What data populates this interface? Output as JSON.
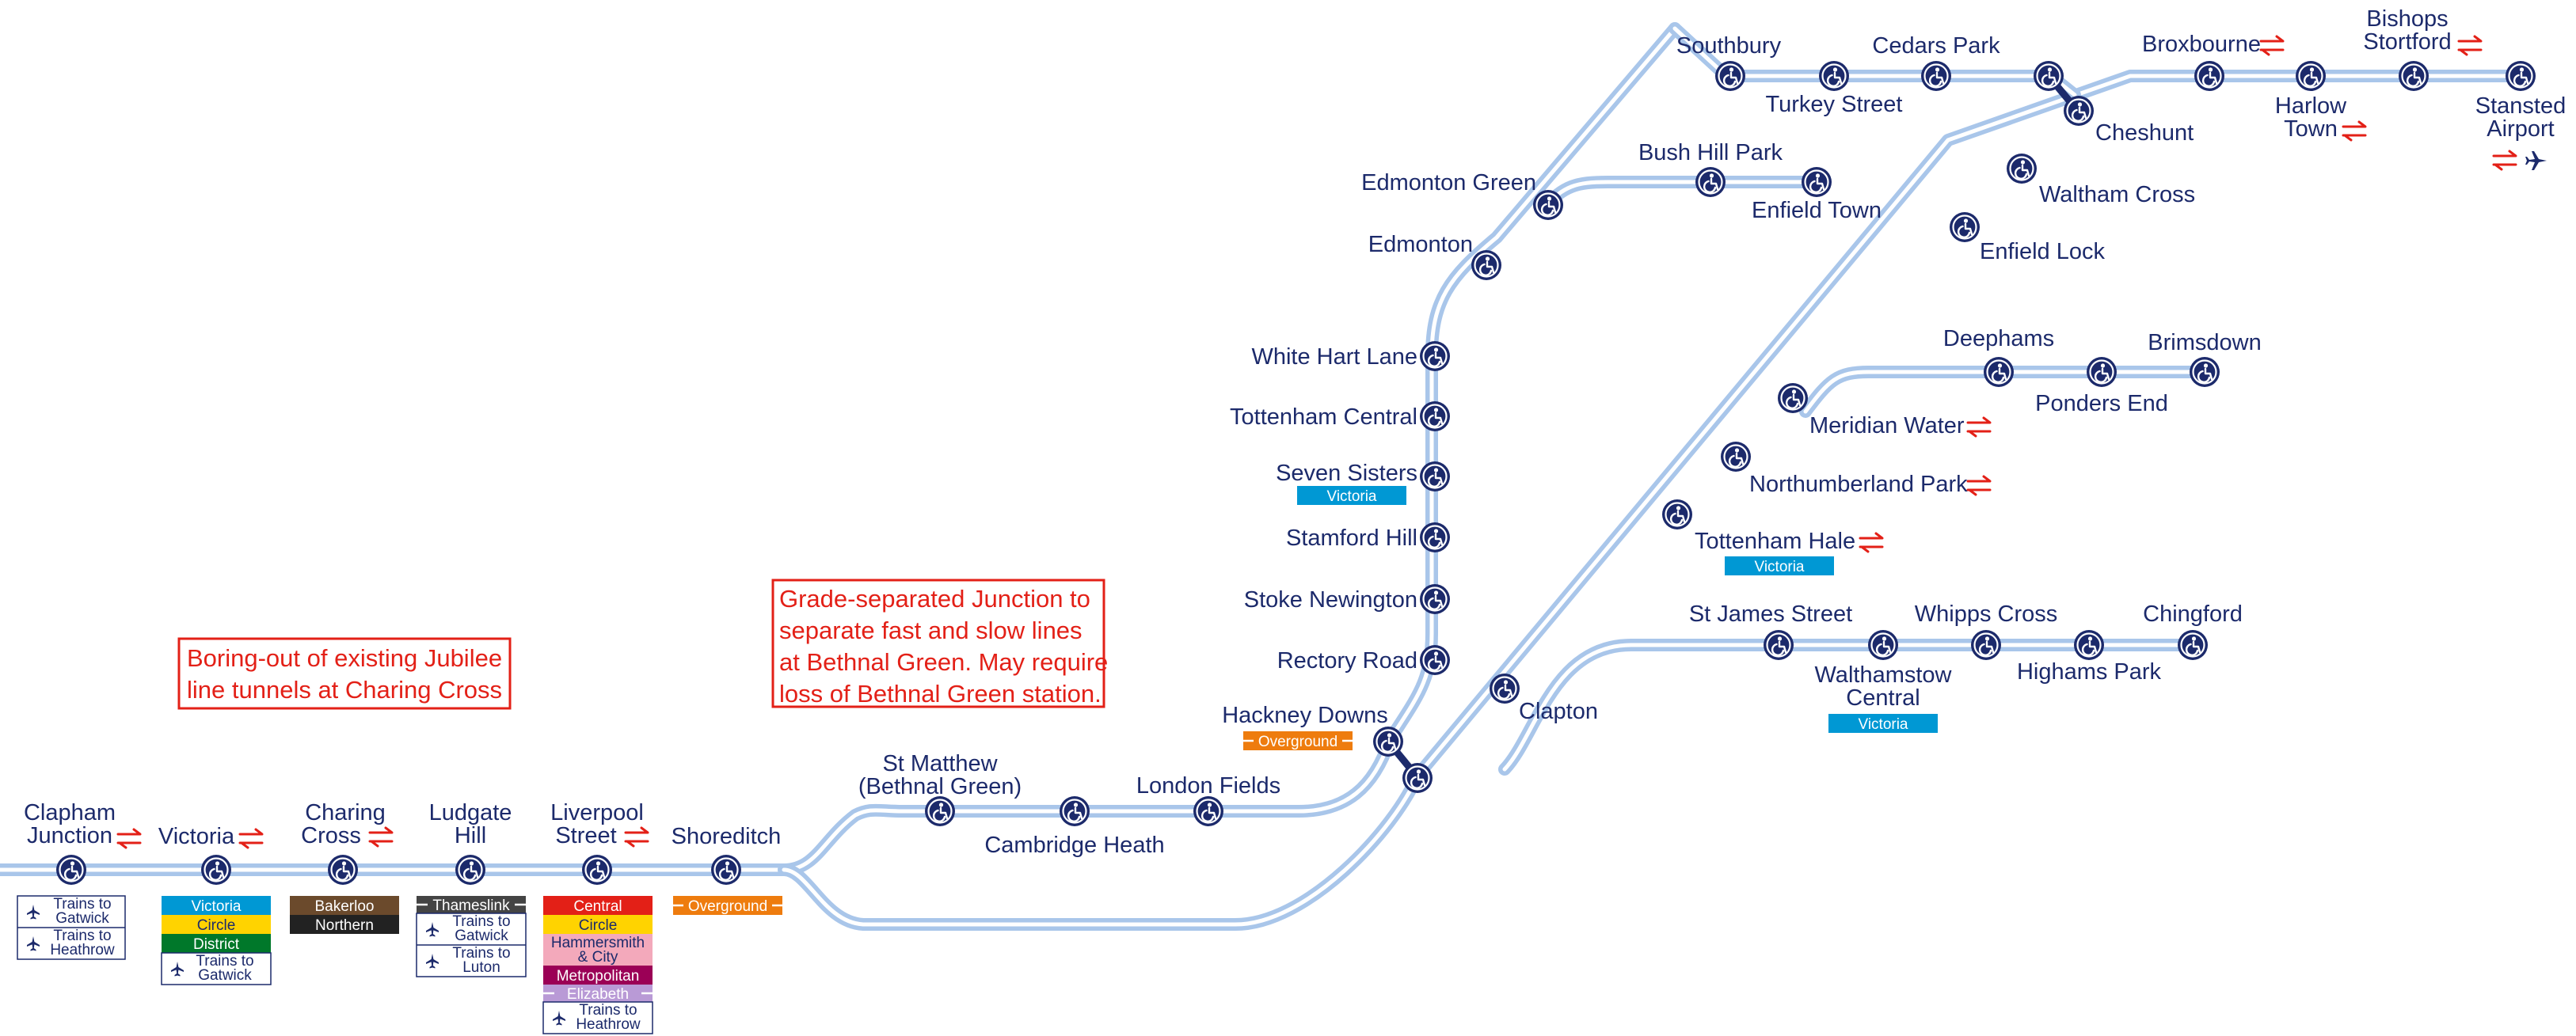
{
  "colors": {
    "track": "#a9c6ea",
    "station": "#1c2a6b",
    "text": "#1c2a6b",
    "note": "#e32017",
    "national_rail": "#e32017",
    "victoria": "#0098d4",
    "overground": "#ee7c0e",
    "bakerloo": "#b36305",
    "northern": "#000000",
    "circle": "#ffd300",
    "district": "#00782a",
    "central": "#e32017",
    "hammersmith_city": "#f3a9bb",
    "metropolitan": "#9b0056",
    "elizabeth": "#9364cc",
    "thameslink": "#444444"
  },
  "icons": {
    "station": "wheelchair-accessible-station-icon",
    "national_rail": "national-rail-double-arrow-icon",
    "airport": "airplane-icon"
  },
  "stations": {
    "clapham_junction": {
      "lines": [
        "Clapham",
        "Junction"
      ],
      "rail": true
    },
    "victoria": {
      "lines": [
        "Victoria"
      ],
      "rail": true
    },
    "charing_cross": {
      "lines": [
        "Charing",
        "Cross"
      ],
      "rail": true
    },
    "ludgate_hill": {
      "lines": [
        "Ludgate",
        "Hill"
      ],
      "rail": false
    },
    "liverpool_street": {
      "lines": [
        "Liverpool",
        "Street"
      ],
      "rail": true
    },
    "shoreditch": {
      "lines": [
        "Shoreditch"
      ],
      "rail": false
    },
    "st_matthew": {
      "lines": [
        "St Matthew",
        "(Bethnal Green)"
      ],
      "rail": false
    },
    "cambridge_heath": {
      "lines": [
        "Cambridge Heath"
      ],
      "rail": false
    },
    "london_fields": {
      "lines": [
        "London Fields"
      ],
      "rail": false
    },
    "hackney_downs": {
      "lines": [
        "Hackney Downs"
      ],
      "rail": false
    },
    "rectory_road": {
      "lines": [
        "Rectory Road"
      ],
      "rail": false
    },
    "stoke_newington": {
      "lines": [
        "Stoke Newington"
      ],
      "rail": false
    },
    "stamford_hill": {
      "lines": [
        "Stamford Hill"
      ],
      "rail": false
    },
    "seven_sisters": {
      "lines": [
        "Seven Sisters"
      ],
      "rail": false
    },
    "tottenham_central": {
      "lines": [
        "Tottenham Central"
      ],
      "rail": false
    },
    "white_hart_lane": {
      "lines": [
        "White Hart Lane"
      ],
      "rail": false
    },
    "edmonton": {
      "lines": [
        "Edmonton"
      ],
      "rail": false
    },
    "edmonton_green": {
      "lines": [
        "Edmonton Green"
      ],
      "rail": false
    },
    "bush_hill_park": {
      "lines": [
        "Bush Hill Park"
      ],
      "rail": false
    },
    "enfield_town": {
      "lines": [
        "Enfield Town"
      ],
      "rail": false
    },
    "southbury": {
      "lines": [
        "Southbury"
      ],
      "rail": false
    },
    "turkey_street": {
      "lines": [
        "Turkey Street"
      ],
      "rail": false
    },
    "cedars_park": {
      "lines": [
        "Cedars Park"
      ],
      "rail": false
    },
    "cheshunt": {
      "lines": [
        "Cheshunt"
      ],
      "rail": false
    },
    "broxbourne": {
      "lines": [
        "Broxbourne"
      ],
      "rail": true
    },
    "harlow_town": {
      "lines": [
        "Harlow",
        "Town"
      ],
      "rail": true
    },
    "bishops_stortford": {
      "lines": [
        "Bishops",
        "Stortford"
      ],
      "rail": true
    },
    "stansted_airport": {
      "lines": [
        "Stansted",
        "Airport"
      ],
      "rail": true
    },
    "waltham_cross": {
      "lines": [
        "Waltham Cross"
      ],
      "rail": false
    },
    "enfield_lock": {
      "lines": [
        "Enfield Lock"
      ],
      "rail": false
    },
    "deephams": {
      "lines": [
        "Deephams"
      ],
      "rail": false
    },
    "ponders_end": {
      "lines": [
        "Ponders End"
      ],
      "rail": false
    },
    "brimsdown": {
      "lines": [
        "Brimsdown"
      ],
      "rail": false
    },
    "meridian_water": {
      "lines": [
        "Meridian Water"
      ],
      "rail": true
    },
    "northumberland_park": {
      "lines": [
        "Northumberland Park"
      ],
      "rail": true
    },
    "tottenham_hale": {
      "lines": [
        "Tottenham Hale"
      ],
      "rail": true
    },
    "st_james_street": {
      "lines": [
        "St James Street"
      ],
      "rail": false
    },
    "walthamstow_central": {
      "lines": [
        "Walthamstow",
        "Central"
      ],
      "rail": false
    },
    "whipps_cross": {
      "lines": [
        "Whipps Cross"
      ],
      "rail": false
    },
    "highams_park": {
      "lines": [
        "Highams Park"
      ],
      "rail": false
    },
    "chingford": {
      "lines": [
        "Chingford"
      ],
      "rail": false
    },
    "clapton": {
      "lines": [
        "Clapton"
      ],
      "rail": false
    }
  },
  "interchanges": {
    "victoria_line": "Victoria",
    "overground": "Overground",
    "bakerloo": "Bakerloo",
    "northern": "Northern",
    "circle": "Circle",
    "district": "District",
    "central": "Central",
    "hammersmith_city": [
      "Hammersmith",
      "& City"
    ],
    "metropolitan": "Metropolitan",
    "elizabeth": "Elizabeth",
    "thameslink": "Thameslink",
    "trains_to_gatwick": [
      "Trains to",
      "Gatwick"
    ],
    "trains_to_heathrow": [
      "Trains to",
      "Heathrow"
    ],
    "trains_to_luton": [
      "Trains to",
      "Luton"
    ]
  },
  "notes": {
    "jubilee": [
      "Boring-out of existing Jubilee",
      "line tunnels at Charing Cross"
    ],
    "bethnal": [
      "Grade-separated Junction to",
      "separate fast and slow lines",
      "at Bethnal Green. May require",
      "loss of Bethnal Green station."
    ]
  }
}
